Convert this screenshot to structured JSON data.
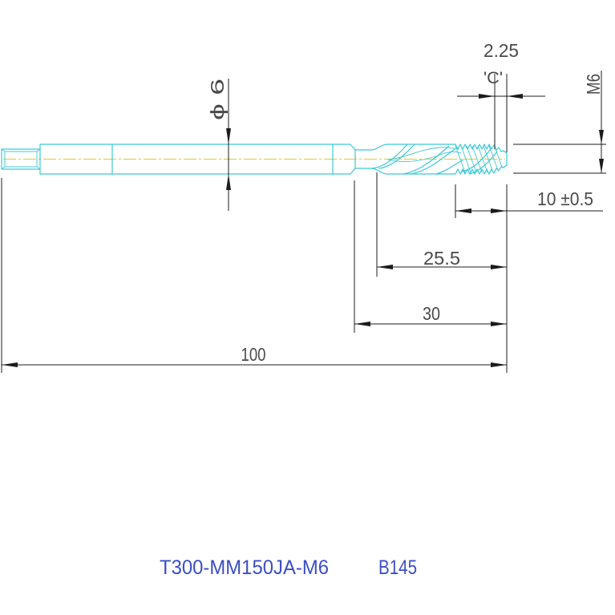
{
  "drawing": {
    "dimensions": {
      "chamfer": {
        "value": "2.25",
        "label": "'C'"
      },
      "shank_diameter": "ϕ 6",
      "thread_size": "M6",
      "thread_length": "10 ±0.5",
      "flute_length": "25.5",
      "body_length": "30",
      "overall_length": "100"
    },
    "title_block": {
      "part_number": "T300-MM150JA-M6",
      "code": "B145"
    }
  },
  "colors": {
    "tool": "#3cc8d6",
    "centerline": "#e4cf4c",
    "dimension": "#1c1c1c",
    "dimension_text": "#4a4a4a",
    "title": "#3b4ec4"
  }
}
